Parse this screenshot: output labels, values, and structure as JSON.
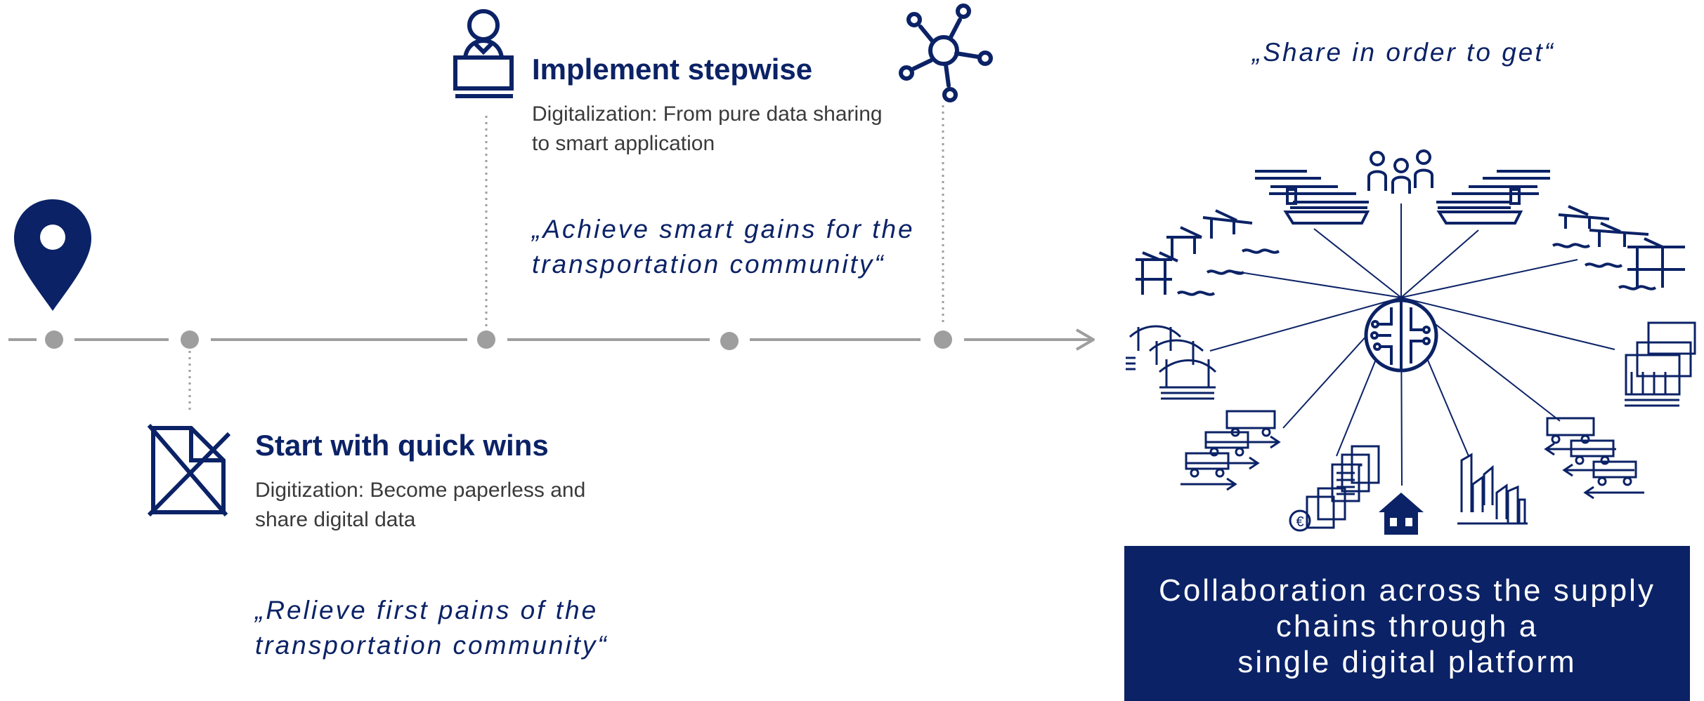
{
  "colors": {
    "navy": "#0b2266",
    "timeline_gray": "#9e9e9e",
    "text_dark": "#3a3a3a",
    "box_bg": "#0b2266"
  },
  "steps": [
    {
      "heading": "Start with quick wins",
      "description_line1": "Digitization: Become paperless and",
      "description_line2": "share digital data",
      "quote_line1": "„Relieve first pains of the",
      "quote_line2": "transportation community“",
      "icon": "crossed-document-icon"
    },
    {
      "heading": "Implement stepwise",
      "description_line1": "Digitalization: From pure data sharing",
      "description_line2": "to smart application",
      "quote_line1": "„Achieve smart gains for the",
      "quote_line2": "transportation community“",
      "icon": "presenter-desk-icon"
    }
  ],
  "network_icon": "network-nodes-icon",
  "start_icon": "location-pin-icon",
  "platform": {
    "quote": "„Share in order to get“",
    "box_line1": "Collaboration across the supply",
    "box_line2": "chains through a",
    "box_line3": "single digital platform",
    "hub_icon": "circuit-hub-icon",
    "spoke_icons": [
      "container-ship-icon",
      "people-icon",
      "container-ship-icon",
      "port-crane-icon",
      "warehouse-icon",
      "rail-freight-icon",
      "city-buildings-icon",
      "home-icon",
      "euro-documents-icon",
      "rail-freight-icon",
      "bridge-icon",
      "port-crane-icon"
    ]
  }
}
